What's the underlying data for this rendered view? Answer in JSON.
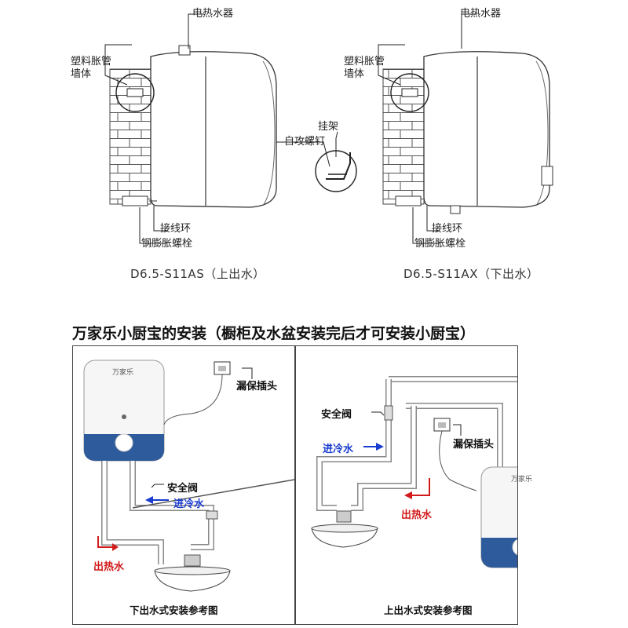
{
  "top_left": {
    "heater_label": "电热水器",
    "plastic_anchor_label": "塑料胀管",
    "wall_label": "墙体",
    "wiring_ring_label": "接线环",
    "steel_bolt_label": "钢膨胀螺栓",
    "model": "D6.5-S11AS（上出水）"
  },
  "top_right": {
    "heater_label": "电热水器",
    "plastic_anchor_label": "塑料胀管",
    "wall_label": "墙体",
    "bracket_label": "挂架",
    "screw_label": "自攻螺钉",
    "wiring_ring_label": "接线环",
    "steel_bolt_label": "钢膨胀螺栓",
    "model": "D6.5-S11AX（下出水）"
  },
  "section_title": "万家乐小厨宝的安装（橱柜及水盆安装完后才可安装小厨宝）",
  "panel_left": {
    "brand": "万家乐",
    "plug_label": "漏保插头",
    "valve_label": "安全阀",
    "cold_in_label": "进冷水",
    "hot_out_label": "出热水",
    "caption": "下出水式安装参考图"
  },
  "panel_right": {
    "brand": "万家乐",
    "plug_label": "漏保插头",
    "valve_label": "安全阀",
    "cold_in_label": "进冷水",
    "hot_out_label": "出热水",
    "caption": "上出水式安装参考图"
  },
  "colors": {
    "blue_arrow": "#1a3ccf",
    "red_arrow": "#d21a1a",
    "heater_blue": "#2e5b9c"
  }
}
